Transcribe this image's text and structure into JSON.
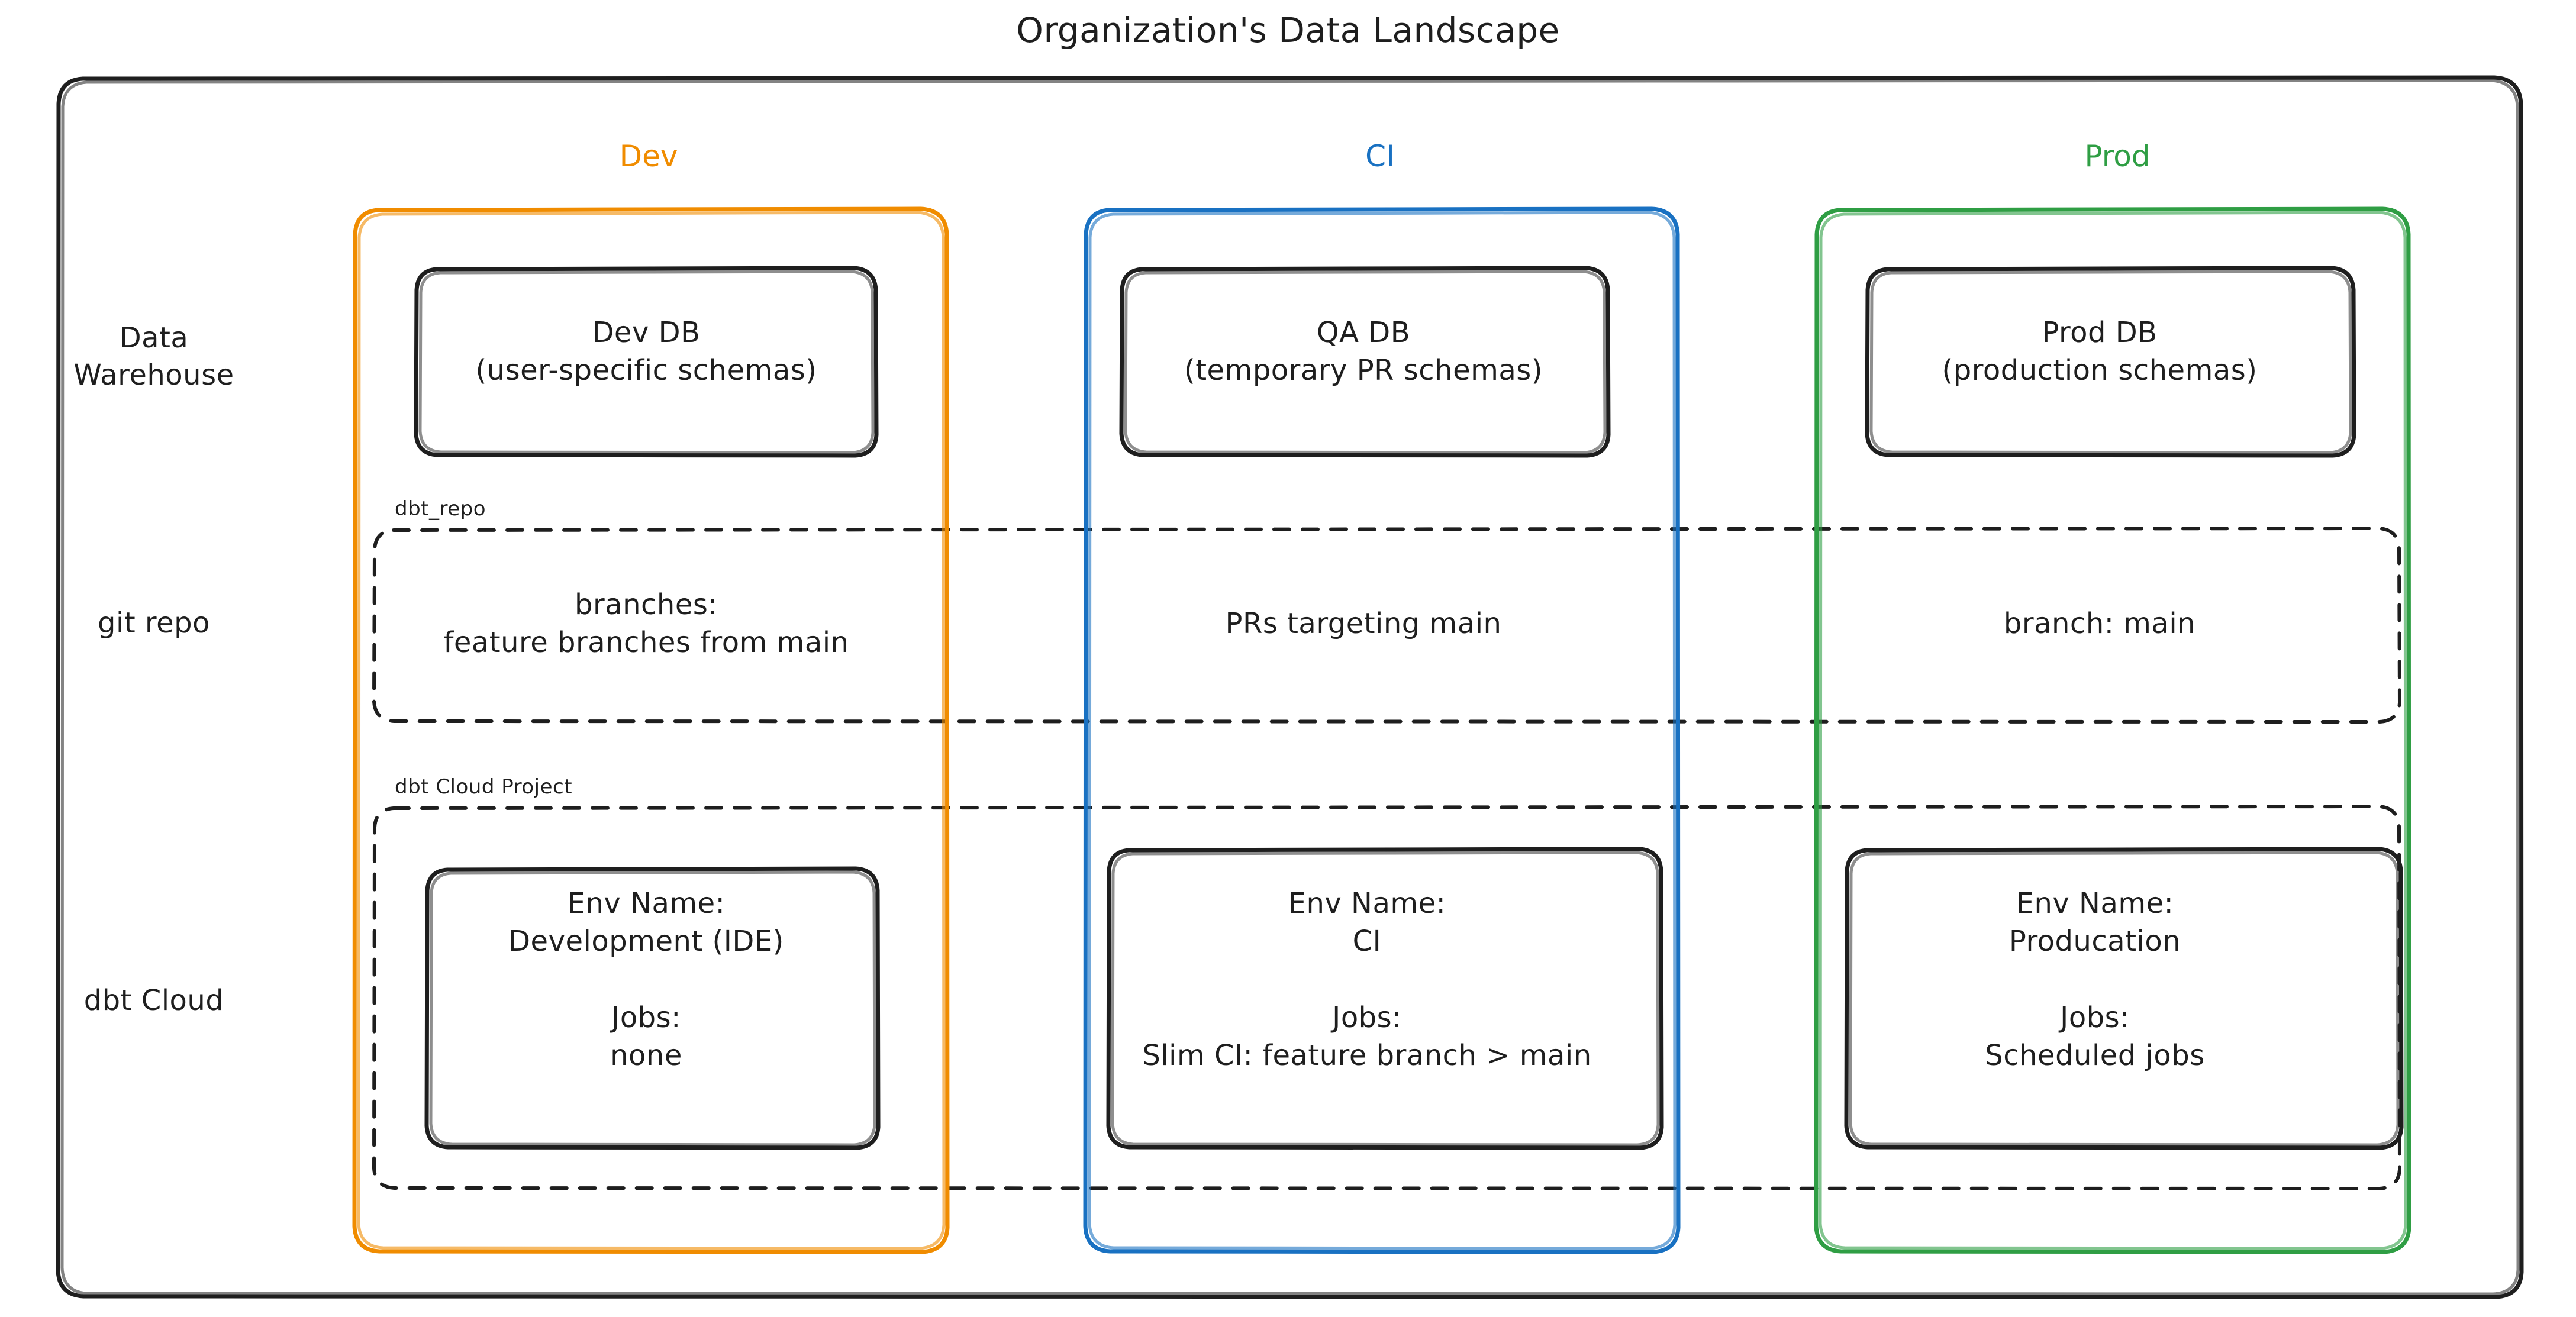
{
  "diagram": {
    "title": "Organization's Data Landscape",
    "type": "architecture-diagram",
    "style": "hand-drawn"
  },
  "colors": {
    "dev": "#f08c00",
    "ci": "#1971c2",
    "prod": "#2f9e44",
    "ink": "#1e1e1e",
    "background": "#ffffff"
  },
  "columns": [
    {
      "id": "dev",
      "label": "Dev",
      "color": "#f08c00"
    },
    {
      "id": "ci",
      "label": "CI",
      "color": "#1971c2"
    },
    {
      "id": "prod",
      "label": "Prod",
      "color": "#2f9e44"
    }
  ],
  "rows": [
    {
      "id": "data-warehouse",
      "label": "Data\nWarehouse",
      "group_tag": ""
    },
    {
      "id": "git-repo",
      "label": "git repo",
      "group_tag": "dbt_repo"
    },
    {
      "id": "dbt-cloud",
      "label": "dbt Cloud",
      "group_tag": "dbt Cloud Project"
    }
  ],
  "cells": {
    "data_warehouse": {
      "dev": "Dev DB\n(user-specific schemas)",
      "ci": "QA DB\n(temporary PR schemas)",
      "prod": "Prod DB\n(production schemas)"
    },
    "git_repo": {
      "dev": "branches:\nfeature branches from main",
      "ci": "PRs targeting main",
      "prod": "branch: main"
    },
    "dbt_cloud": {
      "dev": "Env Name:\nDevelopment (IDE)\n\nJobs:\nnone",
      "ci": "Env Name:\nCI\n\nJobs:\nSlim CI: feature branch > main",
      "prod": "Env Name:\nProducation\n\nJobs:\nScheduled jobs"
    }
  }
}
